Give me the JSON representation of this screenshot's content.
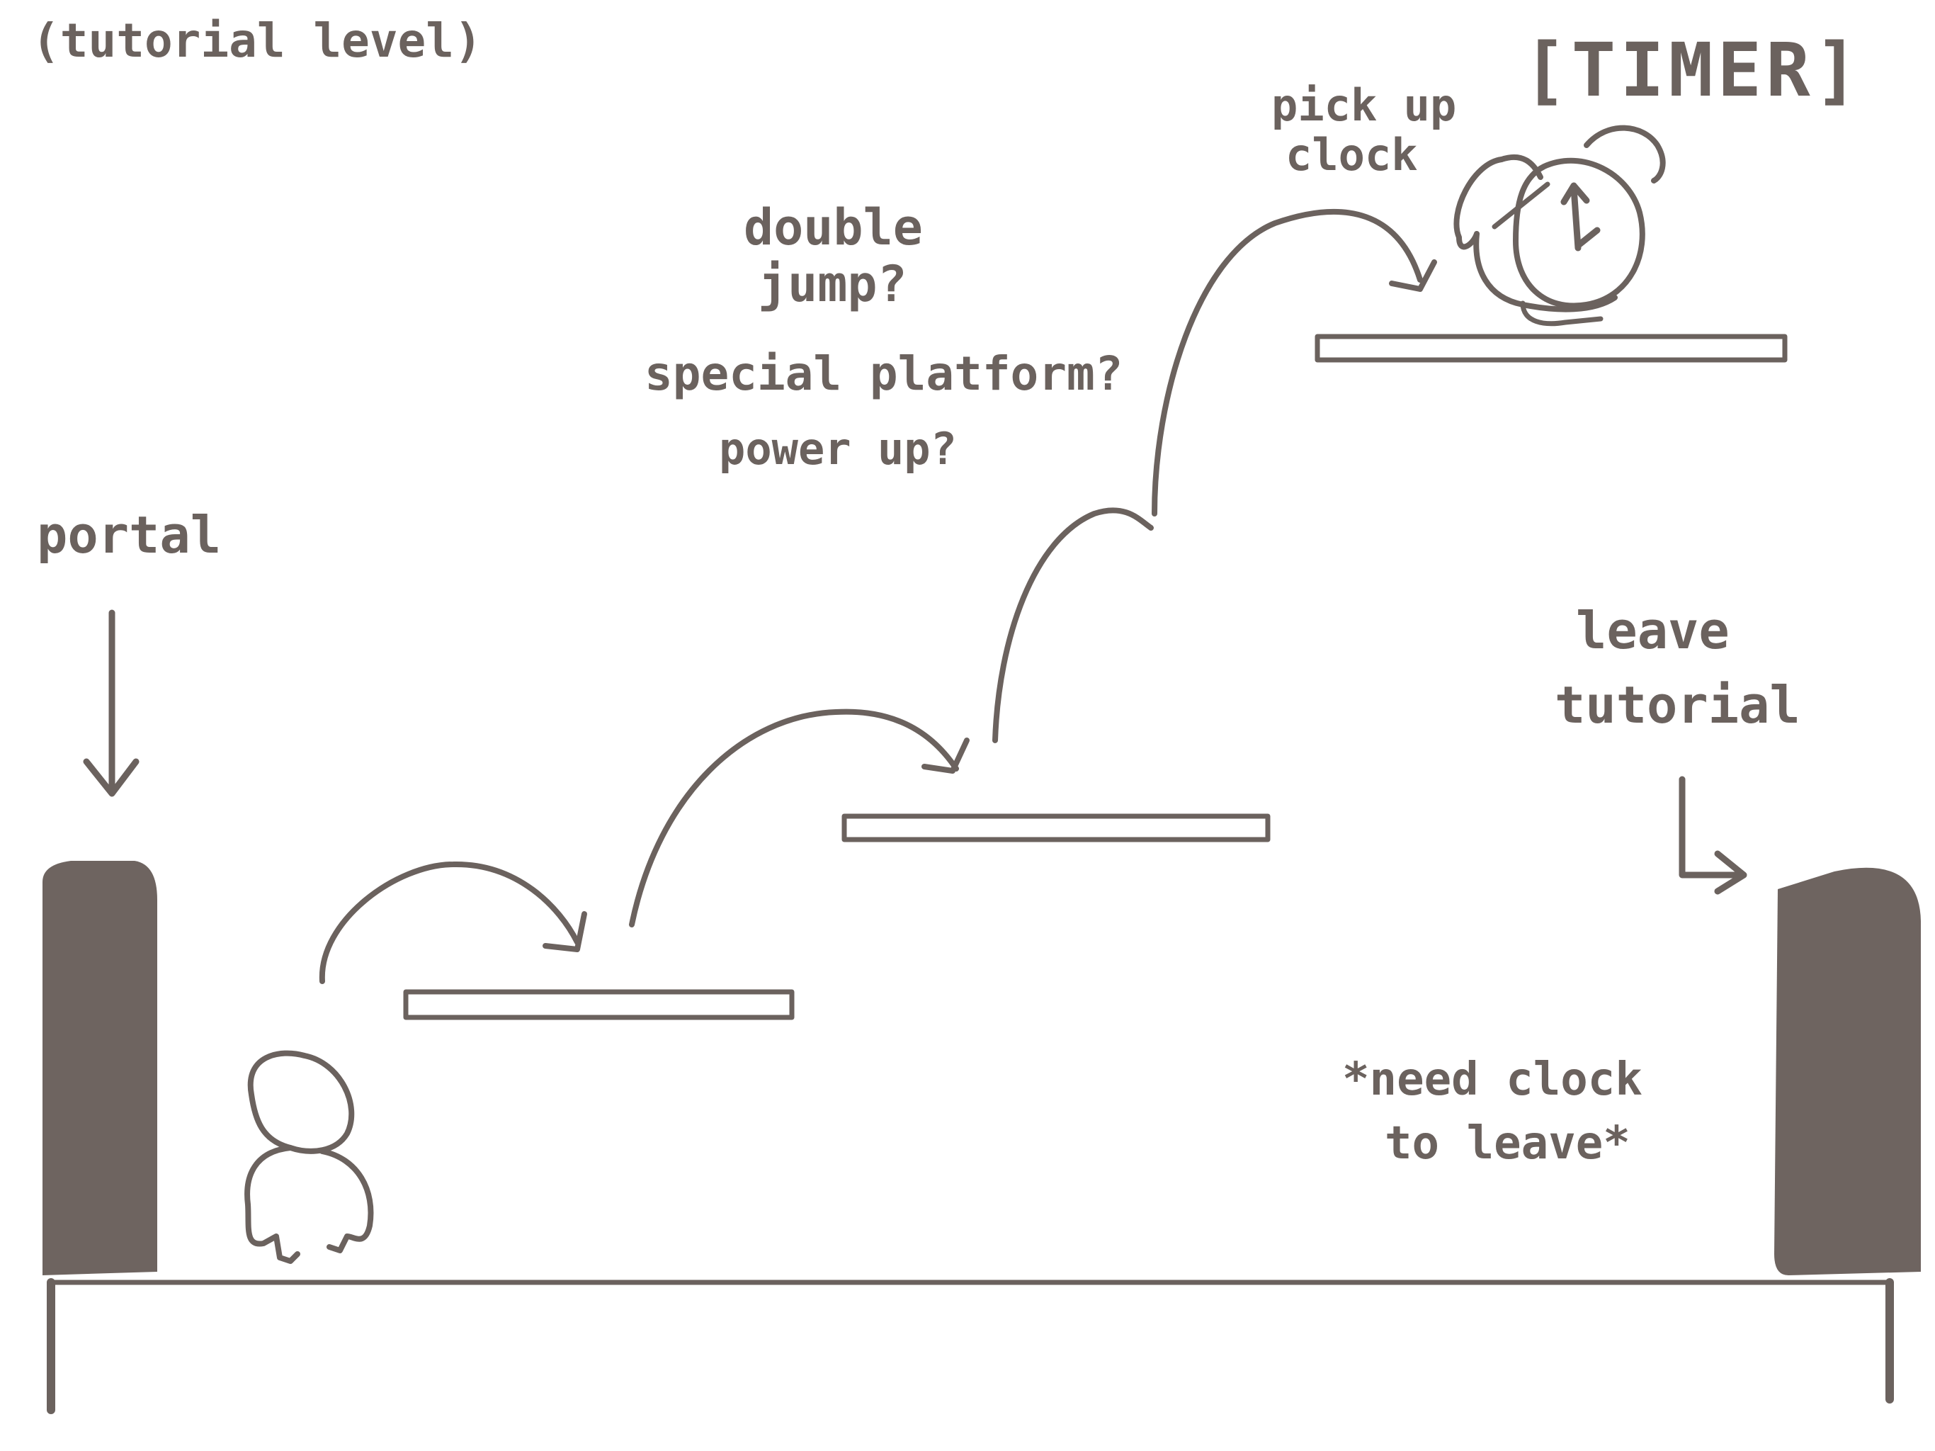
{
  "level_title": "(tutorial level)",
  "timer_label": "[TIMER]",
  "annotations": {
    "portal": "portal",
    "double_jump": [
      "double",
      "jump?"
    ],
    "special_platform": "special platform?",
    "power_up": "power up?",
    "pick_up_clock": [
      "pick up",
      "clock"
    ],
    "leave_tutorial": [
      "leave",
      "tutorial"
    ],
    "need_clock": [
      "*need clock",
      "to leave*"
    ]
  },
  "colors": {
    "ink": "#6b625e",
    "portal_fill": "#6e6460",
    "background": "#ffffff"
  },
  "icons": [
    "down-arrow-icon",
    "jump-arc-arrow-icon",
    "alarm-clock-icon",
    "exit-arrow-icon",
    "player-character-icon"
  ]
}
